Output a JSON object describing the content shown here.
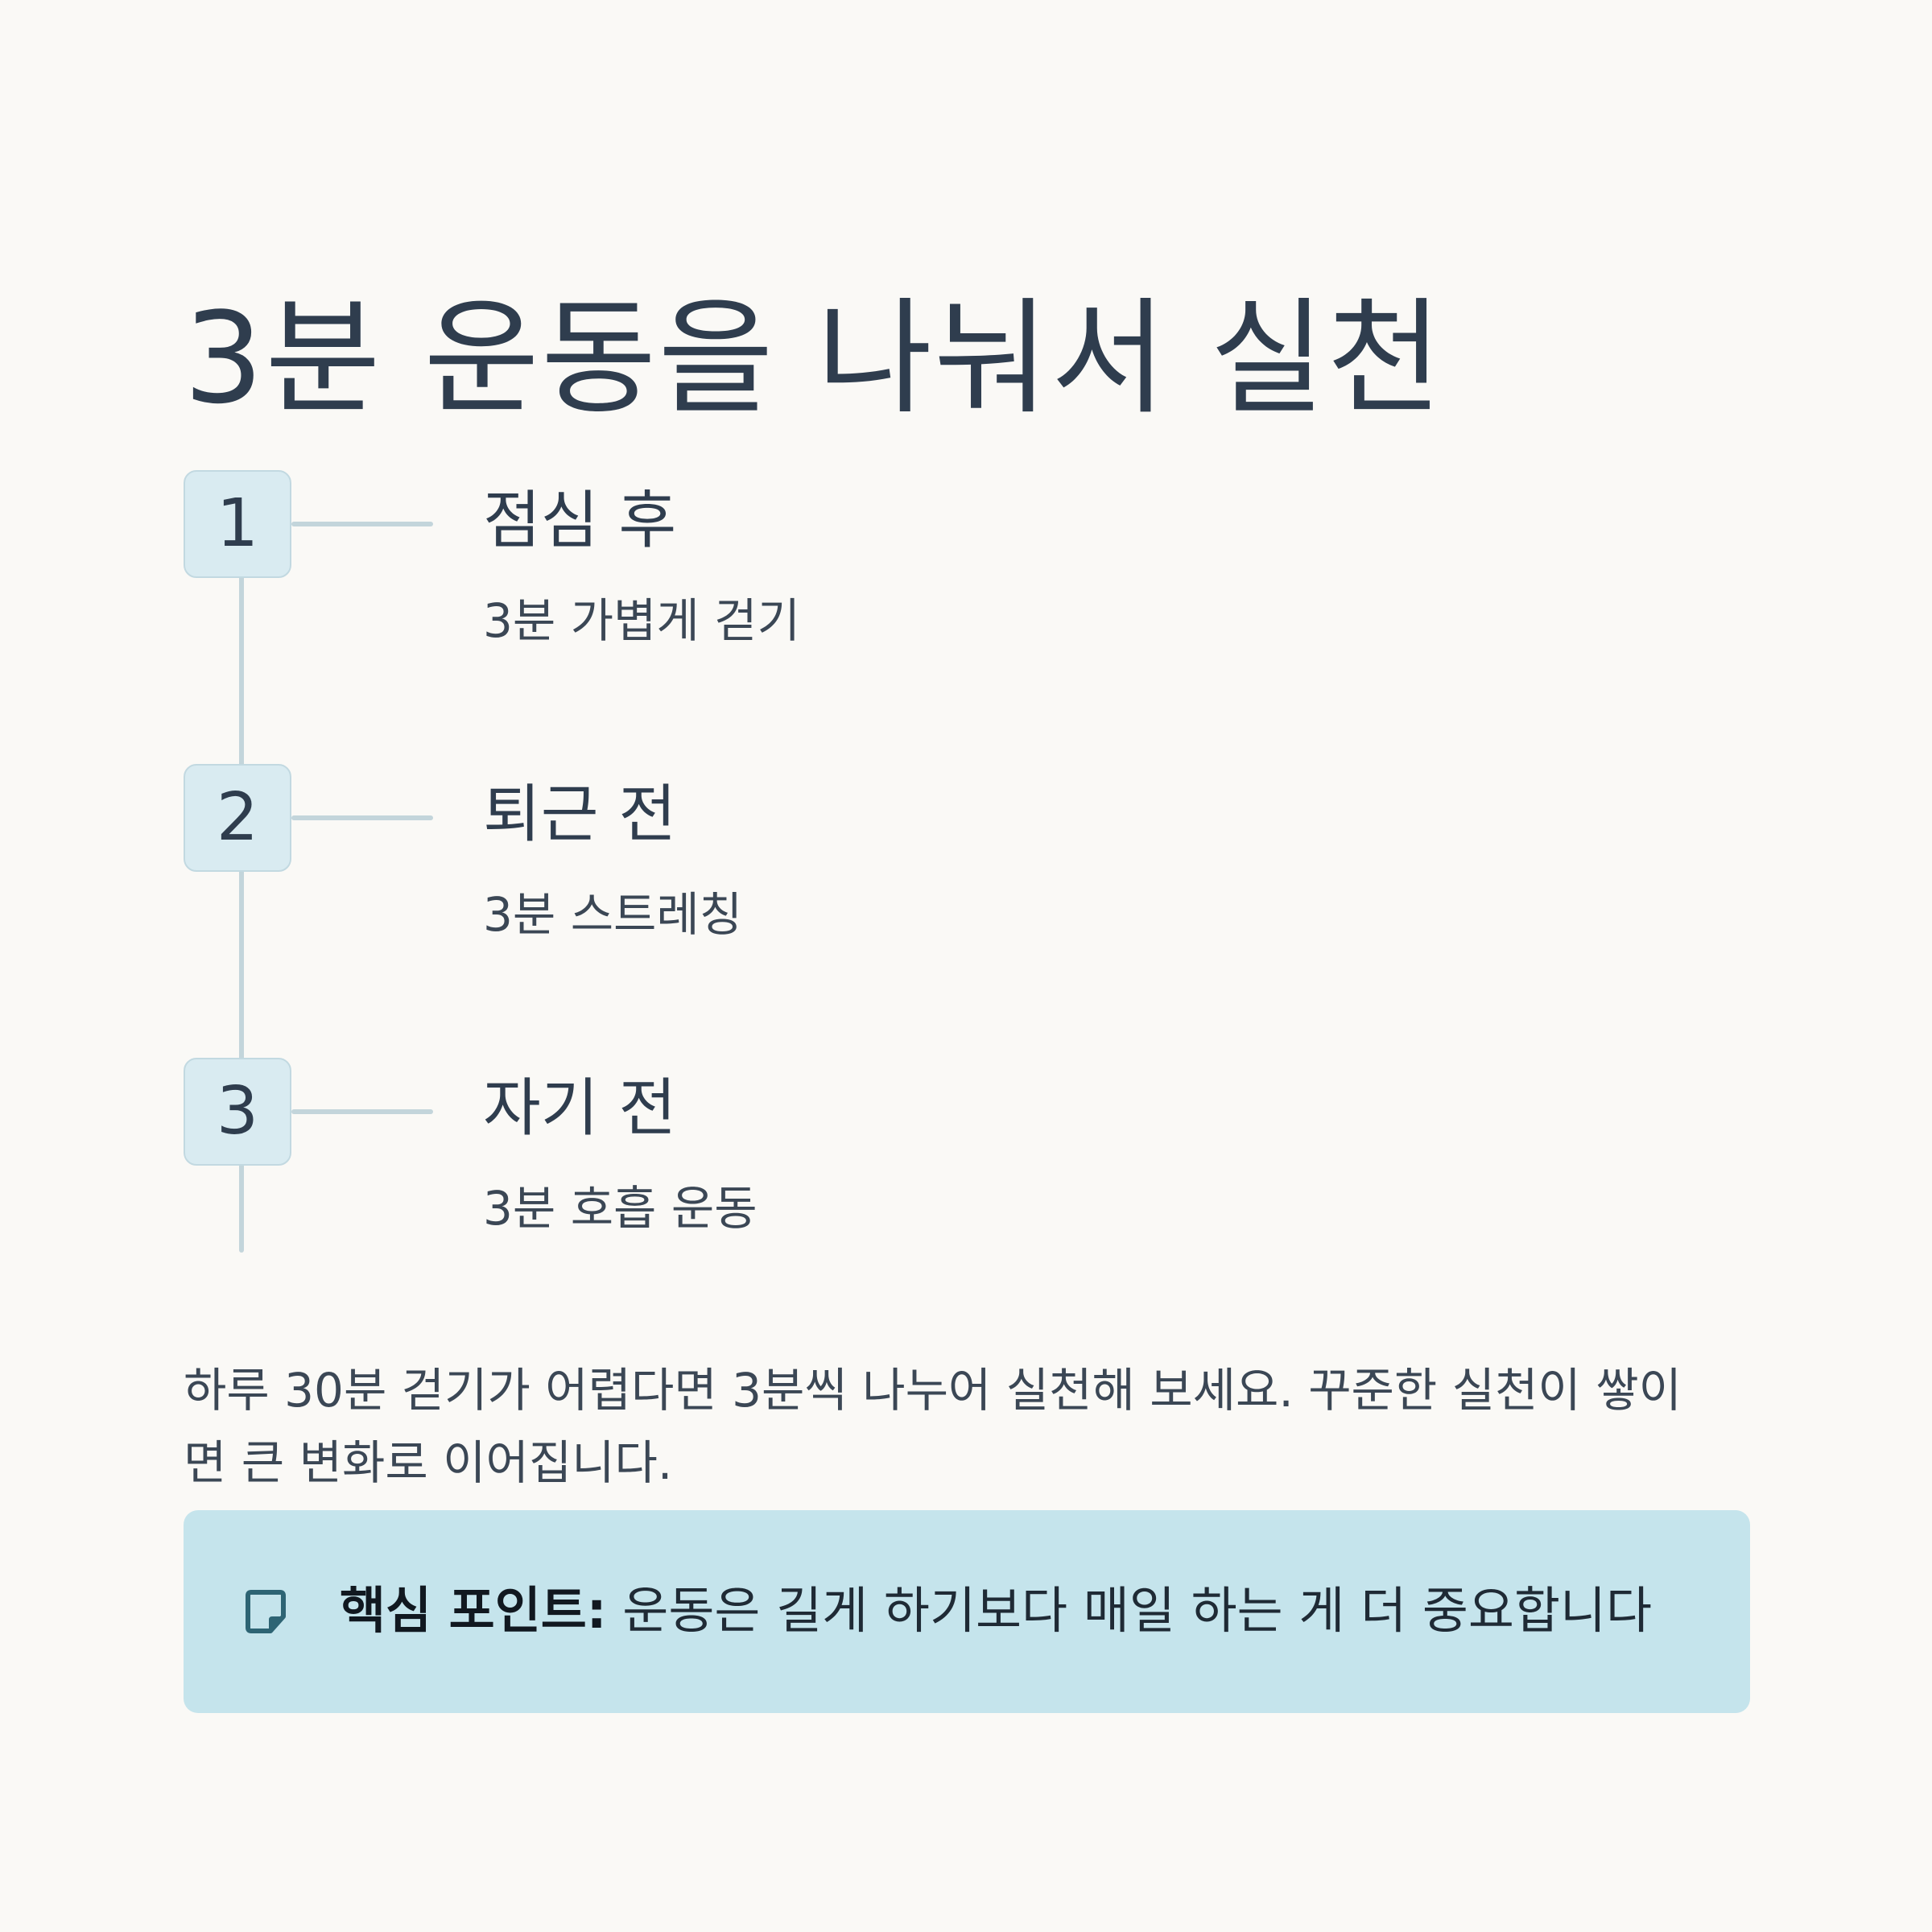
{
  "title": "3분 운동을 나눠서 실천",
  "steps": [
    {
      "number": "1",
      "title": "점심 후",
      "description": "3분 가볍게 걷기"
    },
    {
      "number": "2",
      "title": "퇴근 전",
      "description": "3분 스트레칭"
    },
    {
      "number": "3",
      "title": "자기 전",
      "description": "3분 호흡 운동"
    }
  ],
  "paragraph": {
    "line1": "하루 30분 걷기가 어렵다면 3분씩 나누어 실천해 보세요. 꾸준한 실천이 쌓이",
    "line2": "면 큰 변화로 이어집니다."
  },
  "callout": {
    "icon": "note-icon",
    "label": "핵심 포인트:",
    "text": " 운동은 길게 하기보다 매일 하는 게 더 중요합니다"
  },
  "colors": {
    "background": "#faf9f6",
    "text": "#2f3d4e",
    "badge": "#d9ebf1",
    "line": "#c3d5db",
    "callout": "#c5e4ec",
    "icon": "#2e6474"
  }
}
